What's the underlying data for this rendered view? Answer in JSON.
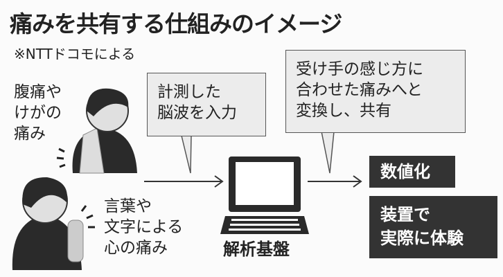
{
  "title": "痛みを共有する仕組みのイメージ",
  "source": "※NTTドコモによる",
  "left": {
    "physical_pain": [
      "腹痛や",
      "けがの",
      "痛み"
    ],
    "mental_pain": [
      "言葉や",
      "文字による",
      "心の痛み"
    ]
  },
  "bubbles": {
    "input": [
      "計測した",
      "脳波を入力"
    ],
    "convert": [
      "受け手の感じ方に",
      "合わせた痛みへと",
      "変換し、共有"
    ]
  },
  "platform_label": "解析基盤",
  "outputs": {
    "quantify": "数値化",
    "experience": [
      "装置で",
      "実際に体験"
    ]
  }
}
